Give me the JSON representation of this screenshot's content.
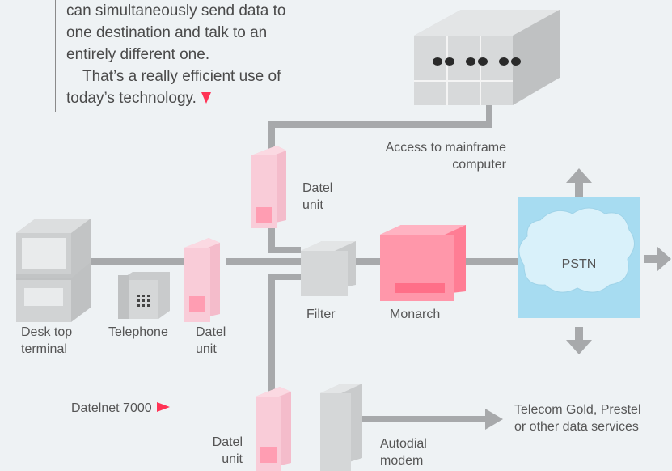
{
  "intro": {
    "line1": "can simultaneously send data to",
    "line2": "one destination and talk to an",
    "line3": "entirely different one.",
    "line4": "That’s a really efficient use of",
    "line5": "today’s technology."
  },
  "labels": {
    "access1": "Access to mainframe",
    "access2": "computer",
    "datel_top_1": "Datel",
    "datel_top_2": "unit",
    "pstn": "PSTN",
    "desk1": "Desk top",
    "desk2": "terminal",
    "telephone": "Telephone",
    "datel_mid_1": "Datel",
    "datel_mid_2": "unit",
    "filter": "Filter",
    "monarch": "Monarch",
    "datelnet": "Datelnet 7000",
    "datel_bot_1": "Datel",
    "datel_bot_2": "unit",
    "autodial1": "Autodial",
    "autodial2": "modem",
    "telecom1": "Telecom Gold, Prestel",
    "telecom2": "or other data services"
  },
  "colors": {
    "background": "#eef2f4",
    "line": "#a7a9ab",
    "datel_pink": "#f9c8d4",
    "monarch_pink": "#ff8fa3",
    "pstn_blue": "#a7dcf1",
    "accent_red": "#ff3355",
    "grey_box": "#d3d5d6"
  },
  "icons": [
    "mainframe-icon",
    "datel-unit-icon",
    "filter-icon",
    "monarch-icon",
    "pstn-cloud-icon",
    "terminal-icon",
    "telephone-icon",
    "modem-icon",
    "arrow-icon",
    "triangle-marker-icon"
  ]
}
